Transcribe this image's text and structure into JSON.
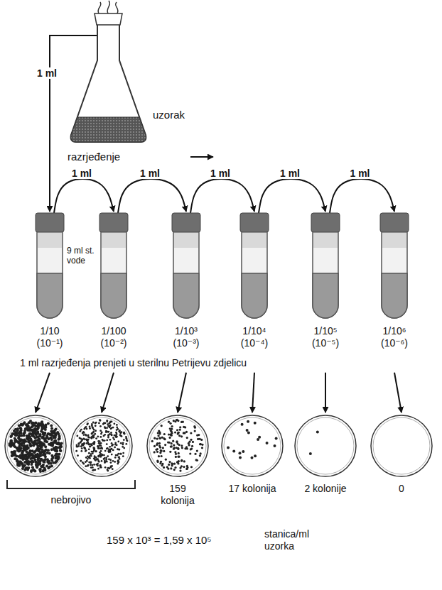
{
  "diagram": {
    "nodes": [
      {
        "text": [
          "uzorak"
        ]
      },
      {
        "text": [
          "9 ml st. vode",
          "1/10 (10⁻¹)"
        ]
      },
      {
        "text": [
          "1/100 (10⁻²)"
        ]
      },
      {
        "text": [
          "1/10³ (10⁻³)"
        ]
      },
      {
        "text": [
          "1/10⁴ (10⁻⁴)"
        ]
      },
      {
        "text": [
          "1/10⁵ (10⁻⁵)"
        ]
      },
      {
        "text": [
          "1/10⁶ (10⁻⁶)"
        ]
      },
      {
        "text": []
      },
      {
        "text": []
      },
      {
        "text": [
          "159 kolonija"
        ]
      },
      {
        "text": [
          "17 kolonija"
        ]
      },
      {
        "text": [
          "2 kolonije"
        ]
      },
      {
        "text": [
          "0"
        ]
      }
    ],
    "edges": [
      {
        "from": 0,
        "to": 1,
        "label": "1 ml",
        "arrow": "to"
      },
      {
        "from": 1,
        "to": 2,
        "label": "1 ml",
        "arrow": "to"
      },
      {
        "from": 2,
        "to": 3,
        "label": "1 ml",
        "arrow": "to"
      },
      {
        "from": 3,
        "to": 4,
        "label": "1 ml",
        "arrow": "to"
      },
      {
        "from": 4,
        "to": 5,
        "label": "1 ml",
        "arrow": "to"
      },
      {
        "from": 5,
        "to": 6,
        "label": "1 ml",
        "arrow": "to"
      },
      {
        "from": 1,
        "to": 7,
        "arrow": "to"
      },
      {
        "from": 2,
        "to": 8,
        "arrow": "to"
      },
      {
        "from": 3,
        "to": 9,
        "arrow": "to"
      },
      {
        "from": 4,
        "to": 10,
        "arrow": "to"
      },
      {
        "from": 5,
        "to": 11,
        "arrow": "to"
      },
      {
        "from": 6,
        "to": 12,
        "arrow": "to"
      }
    ],
    "labels": [
      "razrjeđenje",
      "1 ml razrjeđenja prenjeti u sterilnu Petrijevu zdjelicu",
      "nebrojivo",
      "159 x 10³ = 1,59 x 10⁵",
      "stanica/ml uzorka"
    ]
  }
}
